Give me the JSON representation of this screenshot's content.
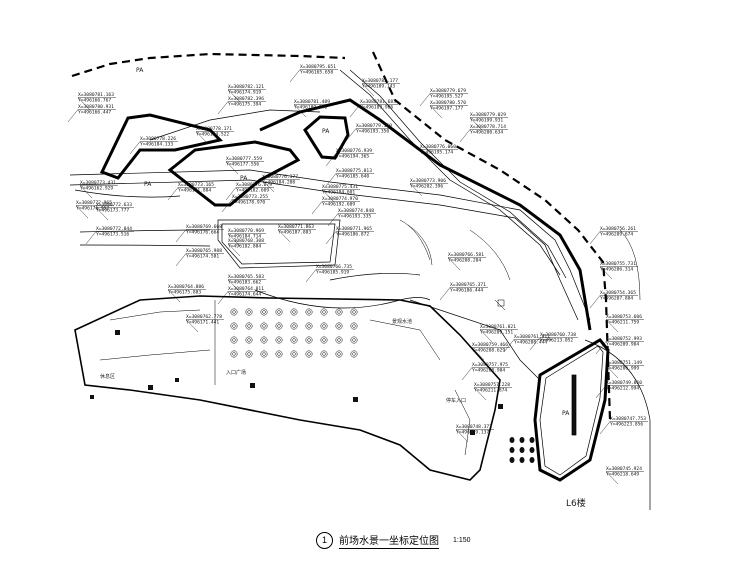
{
  "drawing": {
    "caption_number": "1",
    "caption_title": "前场水景一坐标定位图",
    "caption_scale": "1:150",
    "building_label": "L6楼",
    "zone_labels": [
      "PA",
      "PA",
      "PA",
      "PA",
      "PA"
    ],
    "area_labels": [
      "入口广场",
      "景观水池",
      "停车入口",
      "休息区"
    ]
  },
  "coordinates": [
    {
      "x": "X=3080795.651",
      "y": "Y=496165.658"
    },
    {
      "x": "X=3080782.121",
      "y": "Y=496174.919"
    },
    {
      "x": "X=3080782.396",
      "y": "Y=496175.394"
    },
    {
      "x": "X=3080781.163",
      "y": "Y=496166.767"
    },
    {
      "x": "X=3080780.931",
      "y": "Y=496166.447"
    },
    {
      "x": "X=3080782.177",
      "y": "Y=496189.143"
    },
    {
      "x": "X=3080779.679",
      "y": "Y=496195.527"
    },
    {
      "x": "X=3080781.489",
      "y": "Y=496189.840"
    },
    {
      "x": "X=3080781.683",
      "y": "Y=496189.906"
    },
    {
      "x": "X=3080780.570",
      "y": "Y=496197.177"
    },
    {
      "x": "X=3080778.226",
      "y": "Y=496184.133"
    },
    {
      "x": "X=3080778.171",
      "y": "Y=496184.522"
    },
    {
      "x": "X=3080779.159",
      "y": "Y=496193.350"
    },
    {
      "x": "X=3080779.029",
      "y": "Y=496199.931"
    },
    {
      "x": "X=3080778.714",
      "y": "Y=496200.634"
    },
    {
      "x": "X=3080777.559",
      "y": "Y=496177.556"
    },
    {
      "x": "X=3080776.939",
      "y": "Y=496194.365"
    },
    {
      "x": "X=3080776.060",
      "y": "Y=496195.174"
    },
    {
      "x": "X=3080776.079",
      "y": "Y=496182.609"
    },
    {
      "x": "X=3080776.377",
      "y": "Y=496184.208"
    },
    {
      "x": "X=3080775.813",
      "y": "Y=496185.640"
    },
    {
      "x": "X=3080775.431",
      "y": "Y=496184.601"
    },
    {
      "x": "X=3080774.970",
      "y": "Y=496192.609"
    },
    {
      "x": "X=3080773.906",
      "y": "Y=496202.396"
    },
    {
      "x": "X=3080774.848",
      "y": "Y=496193.335"
    },
    {
      "x": "X=3080773.431",
      "y": "Y=496162.929"
    },
    {
      "x": "X=3080773.165",
      "y": "Y=496181.884"
    },
    {
      "x": "X=3080772.965",
      "y": "Y=496176.957"
    },
    {
      "x": "X=3080773.255",
      "y": "Y=496178.970"
    },
    {
      "x": "X=3080772.633",
      "y": "Y=496173.777"
    },
    {
      "x": "X=3080772.044",
      "y": "Y=496173.516"
    },
    {
      "x": "X=3080771.863",
      "y": "Y=496187.883"
    },
    {
      "x": "X=3080771.965",
      "y": "Y=496186.872"
    },
    {
      "x": "X=3080770.969",
      "y": "Y=496184.714"
    },
    {
      "x": "X=3080769.668",
      "y": "Y=496176.664"
    },
    {
      "x": "X=3080768.308",
      "y": "Y=496182.884"
    },
    {
      "x": "X=3080766.735",
      "y": "Y=496185.919"
    },
    {
      "x": "X=3080766.581",
      "y": "Y=496208.204"
    },
    {
      "x": "X=3080765.988",
      "y": "Y=496174.581"
    },
    {
      "x": "X=3080765.583",
      "y": "Y=496183.662"
    },
    {
      "x": "X=3080765.371",
      "y": "Y=496186.444"
    },
    {
      "x": "X=3080764.886",
      "y": "Y=496175.883"
    },
    {
      "x": "X=3080764.811",
      "y": "Y=496174.644"
    },
    {
      "x": "X=3080762.778",
      "y": "Y=496171.441"
    },
    {
      "x": "X=3080761.911",
      "y": "Y=496208.444"
    },
    {
      "x": "X=3080761.021",
      "y": "Y=496209.151"
    },
    {
      "x": "X=3080760.738",
      "y": "Y=496213.052"
    },
    {
      "x": "X=3080759.466",
      "y": "Y=496208.629"
    },
    {
      "x": "X=3080757.975",
      "y": "Y=496208.904"
    },
    {
      "x": "X=3080757.228",
      "y": "Y=496211.874"
    },
    {
      "x": "X=3080756.261",
      "y": "Y=496209.674"
    },
    {
      "x": "X=3080755.731",
      "y": "Y=496206.314"
    },
    {
      "x": "X=3080754.365",
      "y": "Y=496207.804"
    },
    {
      "x": "X=3080753.606",
      "y": "Y=496211.759"
    },
    {
      "x": "X=3080752.993",
      "y": "Y=496209.904"
    },
    {
      "x": "X=3080751.149",
      "y": "Y=496206.999"
    },
    {
      "x": "X=3080749.860",
      "y": "Y=496212.994"
    },
    {
      "x": "X=3080748.372",
      "y": "Y=496209.137"
    },
    {
      "x": "X=3080747.753",
      "y": "Y=496223.856"
    },
    {
      "x": "X=3080745.924",
      "y": "Y=496218.649"
    }
  ]
}
